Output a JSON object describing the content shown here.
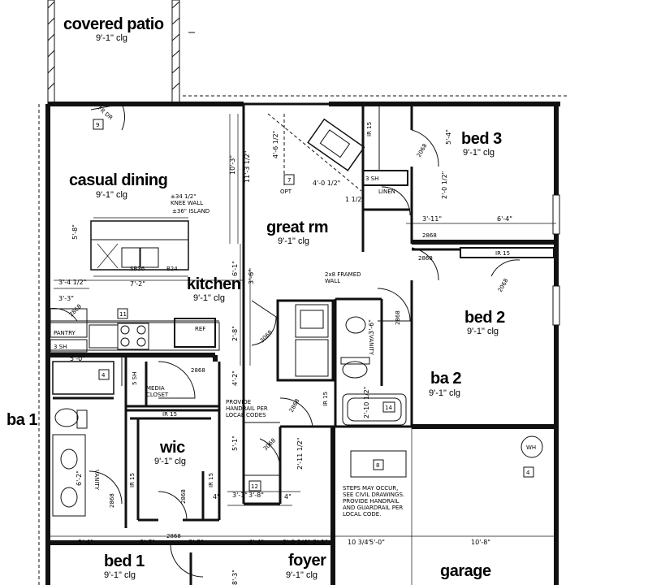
{
  "rooms": {
    "covered_patio": {
      "name": "covered patio",
      "ceiling": "9'-1\" clg"
    },
    "casual_dining": {
      "name": "casual dining",
      "ceiling": "9'-1\" clg"
    },
    "great_rm": {
      "name": "great rm",
      "ceiling": "9'-1\" clg"
    },
    "bed3": {
      "name": "bed 3",
      "ceiling": "9'-1\" clg"
    },
    "kitchen": {
      "name": "kitchen",
      "ceiling": "9'-1\" clg"
    },
    "bed2": {
      "name": "bed 2",
      "ceiling": "9'-1\" clg"
    },
    "ba2": {
      "name": "ba 2",
      "ceiling": "9'-1\" clg"
    },
    "ba1": {
      "name": "ba 1"
    },
    "wic": {
      "name": "wic",
      "ceiling": "9'-1\" clg"
    },
    "bed1": {
      "name": "bed 1",
      "ceiling": "9'-1\" clg"
    },
    "foyer": {
      "name": "foyer",
      "ceiling": "9'-1\" clg"
    },
    "garage": {
      "name": "garage"
    }
  },
  "labels": {
    "pantry": "PANTRY",
    "media_closet": "MEDIA\nCLOSET",
    "ref": "REF",
    "linen": "LINEN",
    "vanity": "VANITY",
    "wh": "WH",
    "framed_wall": "2x8 FRAMED\nWALL",
    "knee_wall": "±34 1/2\"\nKNEE WALL",
    "island": "±36\" ISLAND",
    "handrail_note": "PROVIDE\nHANDRAIL PER\nLOCAL CODES",
    "steps_note": "STEPS MAY OCCUR,\nSEE CIVIL DRAWINGS.\nPROVIDE HANDRAIL\nAND GUARDRAIL PER\nLOCAL CODE.",
    "sb36": "SB36",
    "b24": "B24",
    "opt": "OPT",
    "ir15": "IR 15",
    "sh3": "3 SH",
    "sh5": "5 SH",
    "fr_dr": "FR DR"
  },
  "tags": [
    "9",
    "11",
    "7",
    "4",
    "14",
    "12",
    "8",
    "4"
  ],
  "doors": [
    "2868",
    "2868",
    "2868",
    "2868",
    "2868",
    "2868",
    "2868",
    "2868",
    "3068",
    "2068",
    "2068",
    "2868",
    "3068"
  ],
  "dims": {
    "d1": "10'-3\"",
    "d2": "11'-3 1/2\"",
    "d3": "4'-6 1/2\"",
    "d4": "4'-0 1/2\"",
    "d5": "1 1/2\"",
    "d6": "5'-4\"",
    "d7": "2'-0 1/2\"",
    "d8": "3'-11\"",
    "d9": "6'-4\"",
    "d10": "5'-8\"",
    "d11": "7'-2\"",
    "d12": "3'-4 1/2\"",
    "d13": "3'-3\"",
    "d14": "6'-1\"",
    "d15": "3'-6\"",
    "d16": "2'-8\"",
    "d17": "4'-2\"",
    "d18": "3'-6\"",
    "d19": "6'-2\"",
    "d20": "5'-1\"",
    "d21": "3'-1\"",
    "d22": "3'-8\"",
    "d23": "4\"",
    "d24": "4\"",
    "d25": "5'-4\"",
    "d26": "3'-7\"",
    "d27": "4'-4\"",
    "d28": "2'-0 1/4\"",
    "d29": "2'-1\"",
    "d30": "10 3/4\"",
    "d31": "5'-0\"",
    "d32": "10'-8\"",
    "d33": "5'-0\"",
    "d34": "2'-10 1/2\"",
    "d35": "8'-3\"",
    "d36": "3'-8\"",
    "d37": "2'-11 1/2\""
  }
}
